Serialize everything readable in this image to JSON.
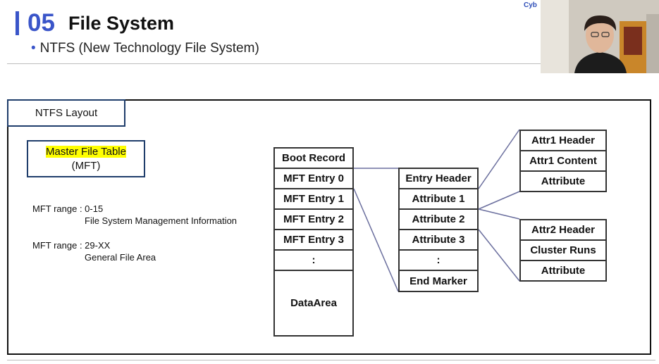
{
  "header": {
    "section_number": "05",
    "title": "File System",
    "subtitle": "NTFS (New Technology File System)",
    "brand": "Cyb"
  },
  "layout_label": "NTFS Layout",
  "mft": {
    "title_highlighted": "Master File Table",
    "abbr": "(MFT)"
  },
  "ranges": [
    {
      "label": "MFT range : 0-15",
      "desc": "File System Management Information"
    },
    {
      "label": "MFT range : 29-XX",
      "desc": "General File Area"
    }
  ],
  "diagram": {
    "main_column": [
      "Boot Record",
      "MFT Entry 0",
      "MFT Entry 1",
      "MFT Entry 2",
      "MFT Entry 3",
      ":",
      "DataArea"
    ],
    "entry_column": [
      "Entry Header",
      "Attribute 1",
      "Attribute 2",
      "Attribute 3",
      ":",
      "End Marker"
    ],
    "attr1_column": [
      "Attr1 Header",
      "Attr1 Content",
      "Attribute"
    ],
    "attr2_column": [
      "Attr2 Header",
      "Cluster Runs",
      "Attribute"
    ]
  },
  "colors": {
    "accent": "#3a55c9",
    "highlight": "#ffff00",
    "box_border": "#1f3d6b",
    "link": "#6b6f9e"
  }
}
